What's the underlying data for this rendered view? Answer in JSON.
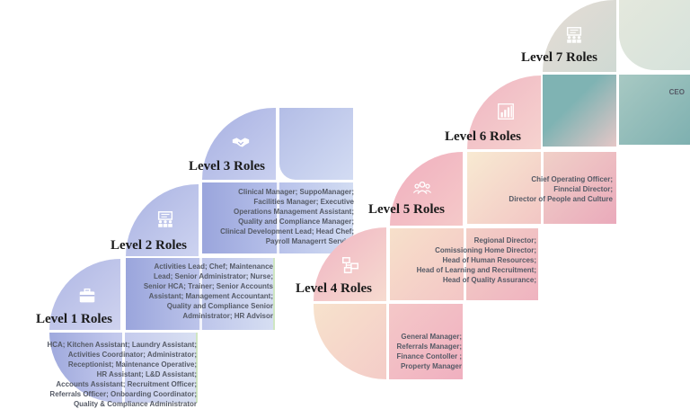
{
  "levels": [
    {
      "title": "Level 1 Roles",
      "icon": "briefcase-icon",
      "roles": [
        "HCA; Kitchen Assistant; Laundry Assistant;",
        "Activities Coordinator; Administrator;",
        "Receptionist; Maintenance Operative;",
        "HR Assistant; L&D Assistant;",
        "Accounts Assistant; Recruitment Officer;",
        "Referrals Officer; Onboarding Coordinator;",
        "Quality & Compliance Administrator"
      ]
    },
    {
      "title": "Level 2 Roles",
      "icon": "team-board-icon",
      "roles": [
        "Activities Lead; Chef; Maintenance",
        "Lead; Senior Administrator; Nurse;",
        "Senior HCA; Trainer; Senior Accounts",
        "Assistant; Management Accountant;",
        "Quality and Compliance Senior",
        "Administrator; HR Advisor"
      ]
    },
    {
      "title": "Level 3 Roles",
      "icon": "handshake-icon",
      "roles": [
        "Clinical Manager; SuppoManager;",
        "Facilities Manager; Executive",
        "Operations Management Assistant;",
        "Quality and Compliance Manager;",
        "Clinical Development Lead; Head Chef;",
        "Payroll Managerrt Service"
      ]
    },
    {
      "title": "Level 4 Roles",
      "icon": "org-chart-icon",
      "roles": [
        "General Manager;",
        "Referrals Manager;",
        "Finance Contoller ;",
        "Property Manager"
      ]
    },
    {
      "title": "Level 5 Roles",
      "icon": "people-group-icon",
      "roles": [
        "Regional Director;",
        "Comissioning Home Director;",
        "Head of Human Resources;",
        "Head of Learning and Recruitment;",
        "Head of Quality Assurance;"
      ]
    },
    {
      "title": "Level 6 Roles",
      "icon": "bar-chart-icon",
      "roles": [
        "Chief Operating Officer;",
        "Finncial Director;",
        "Director of People and Culture"
      ]
    },
    {
      "title": "Level 7 Roles",
      "icon": "presentation-icon",
      "roles": [
        "CEO"
      ]
    }
  ]
}
